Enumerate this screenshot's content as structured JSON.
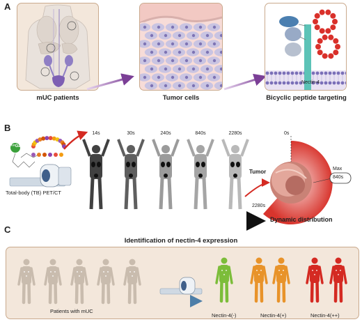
{
  "panel_a": {
    "letter": "A",
    "captions": [
      "mUC patients",
      "Tumor cells",
      "Bicyclic peptide targeting"
    ],
    "nectin_label": "Nectin-4"
  },
  "panel_b": {
    "letter": "B",
    "isotope": "⁶⁸Ga",
    "scanner_label": "Total-body (TB) PET/CT",
    "times": [
      "14s",
      "30s",
      "240s",
      "840s",
      "2280s"
    ],
    "tumor_label": "Tumor",
    "radial_labels": {
      "start": "0s",
      "max": "Max",
      "max_value": "840s",
      "end": "2280s"
    },
    "dynamic_label": "Dynamic distribution"
  },
  "panel_c": {
    "letter": "C",
    "title": "Identification of nectin-4 expression",
    "patients_label": "Patients with mUC",
    "groups": [
      "Nectin-4(-)",
      "Nectin-4(+)",
      "Nectin-4(++)"
    ]
  },
  "colors": {
    "grey_figure": "#c9bcae",
    "green": "#7cbd3a",
    "orange": "#e8932a",
    "red": "#d42a22",
    "arrow_purple": "#7b3f96",
    "membrane": "#7a6fb8",
    "nectin": "#5cc3b7"
  }
}
